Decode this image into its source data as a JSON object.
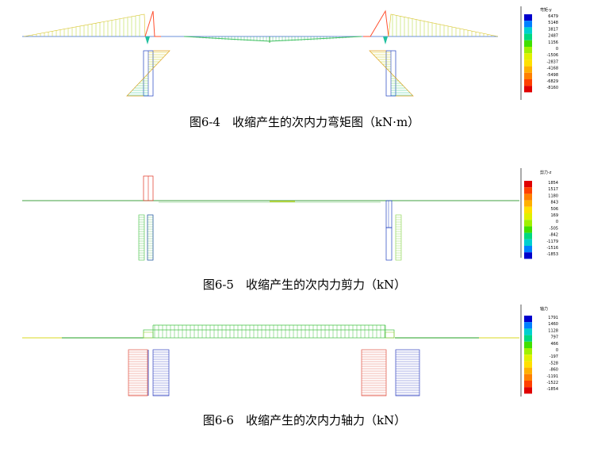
{
  "captions": {
    "fig_6_4": "图6-4　收缩产生的次内力弯矩图（kN·m）",
    "fig_6_5": "图6-5　收缩产生的次内力剪力（kN）",
    "fig_6_6": "图6-6　收缩产生的次内力轴力（kN）"
  },
  "legends": [
    {
      "id": "moment",
      "title": "弯矩-y",
      "values": [
        "6479",
        "5148",
        "3817",
        "2487",
        "1156",
        "0",
        "-1506",
        "-2837",
        "-4168",
        "-5498",
        "-6829",
        "-8160"
      ],
      "colors": [
        "#0000cc",
        "#0080ff",
        "#00d0d0",
        "#00d880",
        "#40e000",
        "#a0f000",
        "#e0f000",
        "#ffe000",
        "#ffb000",
        "#ff8000",
        "#ff4000",
        "#e00000"
      ]
    },
    {
      "id": "shear",
      "title": "剪力-z",
      "values": [
        "1854",
        "1517",
        "1180",
        "843",
        "506",
        "169",
        "0",
        "-505",
        "-842",
        "-1179",
        "-1516",
        "-1853"
      ],
      "colors": [
        "#e00000",
        "#ff4000",
        "#ff8000",
        "#ffb000",
        "#ffe000",
        "#e0f000",
        "#a0f000",
        "#40e000",
        "#00d880",
        "#00d0d0",
        "#0080ff",
        "#0000cc"
      ]
    },
    {
      "id": "axial",
      "title": "轴力",
      "values": [
        "1791",
        "1460",
        "1128",
        "797",
        "466",
        "0",
        "-197",
        "-528",
        "-860",
        "-1191",
        "-1522",
        "-1854"
      ],
      "colors": [
        "#0000cc",
        "#0080ff",
        "#00d0d0",
        "#00d880",
        "#40e000",
        "#a0f000",
        "#e0f000",
        "#ffe000",
        "#ffb000",
        "#ff8000",
        "#ff4000",
        "#e00000"
      ]
    }
  ]
}
